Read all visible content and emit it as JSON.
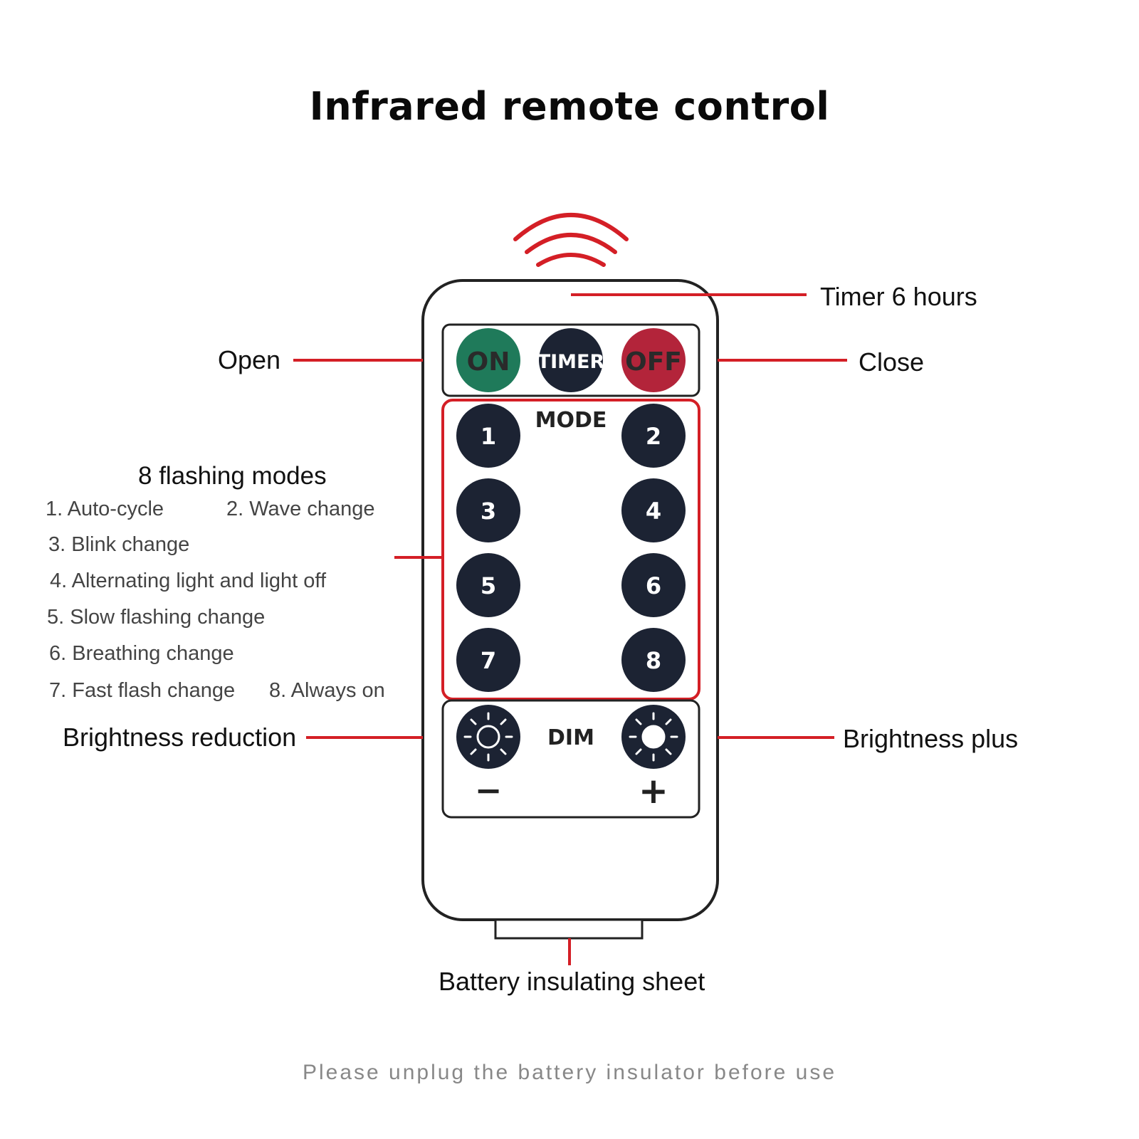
{
  "title": "Infrared remote control",
  "labels": {
    "timer": "Timer 6 hours",
    "open": "Open",
    "close": "Close",
    "brightness_reduction": "Brightness reduction",
    "brightness_plus": "Brightness plus",
    "battery": "Battery insulating sheet"
  },
  "modes": {
    "heading": "8 flashing modes",
    "items": [
      "1. Auto-cycle",
      "2. Wave change",
      "3. Blink change",
      "4. Alternating light and light off",
      "5. Slow flashing change",
      "6. Breathing change",
      "7. Fast flash change",
      "8. Always on"
    ]
  },
  "remote": {
    "on": "ON",
    "timer": "TIMER",
    "off": "OFF",
    "mode": "MODE",
    "numbers": [
      "1",
      "2",
      "3",
      "4",
      "5",
      "6",
      "7",
      "8"
    ],
    "dim": "DIM",
    "minus": "−",
    "plus": "+"
  },
  "colors": {
    "accent_red": "#d41f26",
    "on_green": "#1f7a5a",
    "off_red": "#b3243a",
    "button_dark": "#1c2333"
  },
  "footer": "Please unplug the battery insulator before use"
}
